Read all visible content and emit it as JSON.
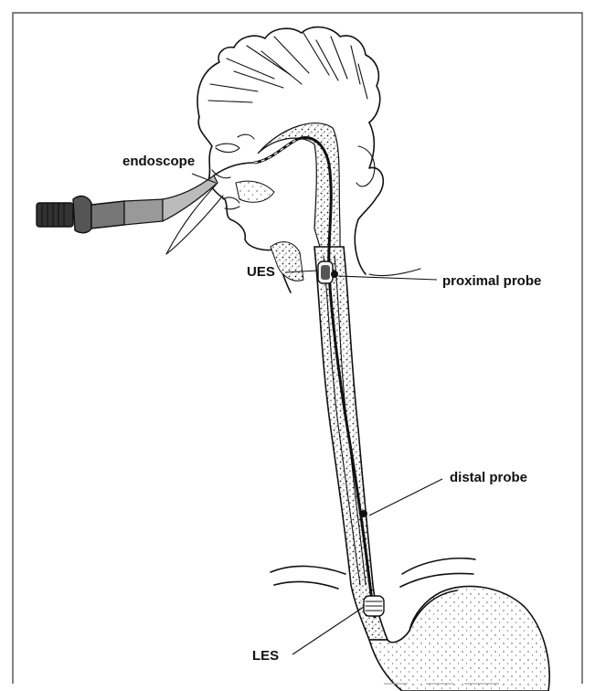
{
  "labels": {
    "endoscope": "endoscope",
    "ues": "UES",
    "proximal_probe": "proximal probe",
    "distal_probe": "distal probe",
    "les": "LES"
  }
}
